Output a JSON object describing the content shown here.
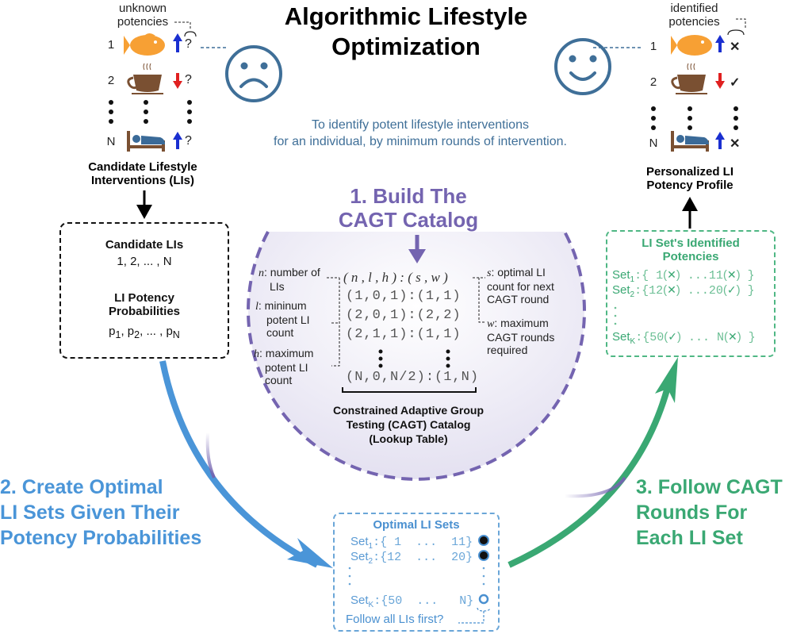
{
  "title": "Algorithmic Lifestyle Optimization",
  "subtitle_lines": [
    "To identify potent lifestyle interventions",
    "for an individual, by minimum rounds of intervention."
  ],
  "left_panel": {
    "header_lines": [
      "unknown",
      "potencies"
    ],
    "rows": [
      {
        "index": "1",
        "icon": "fish-icon",
        "direction": "up",
        "potency": "?"
      },
      {
        "index": "2",
        "icon": "coffee-cup-icon",
        "direction": "down",
        "potency": "?"
      },
      {
        "index": "N",
        "icon": "bed-icon",
        "direction": "up",
        "potency": "?"
      }
    ],
    "caption_lines": [
      "Candidate Lifestyle",
      "Interventions (LIs)"
    ],
    "face": "sad-face-icon"
  },
  "right_panel": {
    "header_lines": [
      "identified",
      "potencies"
    ],
    "rows": [
      {
        "index": "1",
        "icon": "fish-icon",
        "direction": "up",
        "potency": "✕"
      },
      {
        "index": "2",
        "icon": "coffee-cup-icon",
        "direction": "down",
        "potency": "✓"
      },
      {
        "index": "N",
        "icon": "bed-icon",
        "direction": "up",
        "potency": "✕"
      }
    ],
    "caption_lines": [
      "Personalized LI",
      "Potency Profile"
    ],
    "face": "happy-face-icon"
  },
  "candidate_box": {
    "heading1": "Candidate LIs",
    "value1": "1, 2, ... , N",
    "heading2_lines": [
      "LI Potency",
      "Probabilities"
    ],
    "value2": "p₁, p₂, ... , p_N"
  },
  "step1": {
    "title_lines": [
      "1. Build The",
      "CAGT Catalog"
    ],
    "catalog_header": "( n , l , h ) : ( s , w )",
    "catalog_rows": [
      "(1,0,1):(1,1)",
      "(2,0,1):(2,2)",
      "(2,1,1):(1,1)",
      "(N,0,N/2):(1,N)"
    ],
    "definitions_left": [
      {
        "symbol": "n",
        "text_lines": [
          ": number of",
          "LIs"
        ]
      },
      {
        "symbol": "l",
        "text_lines": [
          ": mininum",
          "potent LI",
          "count"
        ]
      },
      {
        "symbol": "h",
        "text_lines": [
          ": maximum",
          "potent LI",
          "count"
        ]
      }
    ],
    "definitions_right": [
      {
        "symbol": "s",
        "text_lines": [
          ": optimal LI",
          "count for next",
          "CAGT round"
        ]
      },
      {
        "symbol": "w",
        "text_lines": [
          ": maximum",
          "CAGT rounds",
          "required"
        ]
      }
    ],
    "caption_lines": [
      "Constrained Adaptive Group",
      "Testing (CAGT) Catalog",
      "(Lookup Table)"
    ]
  },
  "step2": {
    "title_lines": [
      "2. Create Optimal",
      "LI Sets Given Their",
      "Potency Probabilities"
    ],
    "box_title": "Optimal LI Sets",
    "sets": [
      {
        "name": "Set",
        "sub": "1",
        "content": ":{ 1  ...  11}",
        "marker": "filled"
      },
      {
        "name": "Set",
        "sub": "2",
        "content": ":{12  ...  20}",
        "marker": "filled"
      },
      {
        "name": "Set",
        "sub": "K",
        "content": ":{50  ...   N}",
        "marker": "open"
      }
    ],
    "footer": "Follow all LIs first?"
  },
  "step3": {
    "title_lines": [
      "3. Follow CAGT",
      "Rounds For",
      "Each LI Set"
    ],
    "box_title_lines": [
      "LI Set's Identified",
      "Potencies"
    ],
    "sets": [
      {
        "name": "Set",
        "sub": "1",
        "a": ":{ 1",
        "ma": "✕",
        "b": " ...11",
        "mb": "✕",
        "end": " }"
      },
      {
        "name": "Set",
        "sub": "2",
        "a": ":{12",
        "ma": "✕",
        "b": " ...20",
        "mb": "✓",
        "end": " }"
      },
      {
        "name": "Set",
        "sub": "K",
        "a": ":{50",
        "ma": "✓",
        "b": " ... N",
        "mb": "✕",
        "end": " }"
      }
    ]
  },
  "colors": {
    "purple": "#7464b0",
    "blue": "#4a95d8",
    "green": "#3aa873",
    "face": "#3f6f98",
    "fish": "#f7a034",
    "brown": "#7a5032",
    "bed_person": "#3a6a98",
    "arrow_up": "#1a2fd0",
    "arrow_down": "#e02020"
  }
}
